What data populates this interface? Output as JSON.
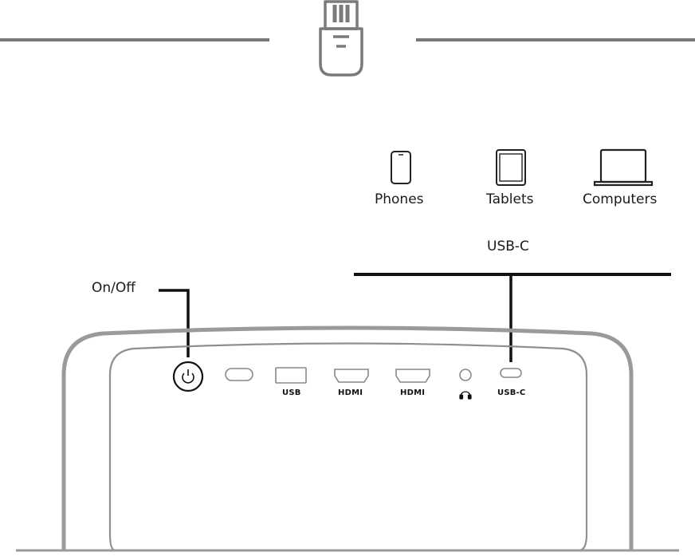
{
  "devices": [
    {
      "label": "Phones",
      "icon": "phone-icon"
    },
    {
      "label": "Tablets",
      "icon": "tablet-icon"
    },
    {
      "label": "Computers",
      "icon": "laptop-icon"
    }
  ],
  "usbc_connection_label": "USB-C",
  "power_label": "On/Off",
  "ports": [
    {
      "name": "power-button",
      "label": ""
    },
    {
      "name": "ir-sensor",
      "label": ""
    },
    {
      "name": "usb-port",
      "label": "USB"
    },
    {
      "name": "hdmi-port-1",
      "label": "HDMI"
    },
    {
      "name": "hdmi-port-2",
      "label": "HDMI"
    },
    {
      "name": "headphone-jack",
      "label": "",
      "icon": "headphone-icon"
    },
    {
      "name": "usbc-port",
      "label": "USB-C"
    }
  ],
  "colors": {
    "line_gray": "#777777",
    "outline_gray": "#7a7a7a",
    "body_outline": "#9a9a9a",
    "black": "#111111"
  }
}
